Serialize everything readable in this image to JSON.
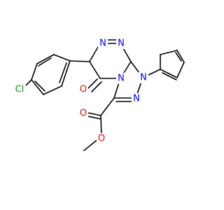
{
  "molecule": {
    "atoms": {
      "cl": {
        "symbol": "Cl",
        "color": "#00a000"
      },
      "o_ring": {
        "symbol": "O",
        "color": "#ff0000"
      },
      "o_ester_carbonyl": {
        "symbol": "O",
        "color": "#ff0000"
      },
      "o_ester_ether": {
        "symbol": "O",
        "color": "#ff0000"
      },
      "n_top_left": {
        "symbol": "N",
        "color": "#0000ff"
      },
      "n_top_right": {
        "symbol": "N",
        "color": "#0000ff"
      },
      "n_fused": {
        "symbol": "N",
        "color": "#0000ff"
      },
      "n_aryl": {
        "symbol": "N",
        "color": "#0000ff"
      },
      "n_bottom": {
        "symbol": "N",
        "color": "#0000ff"
      }
    },
    "colors": {
      "bond": "#000000",
      "nitrogen": "#0000ff",
      "oxygen": "#ff0000",
      "chlorine": "#00a000",
      "background": "#ffffff"
    }
  }
}
